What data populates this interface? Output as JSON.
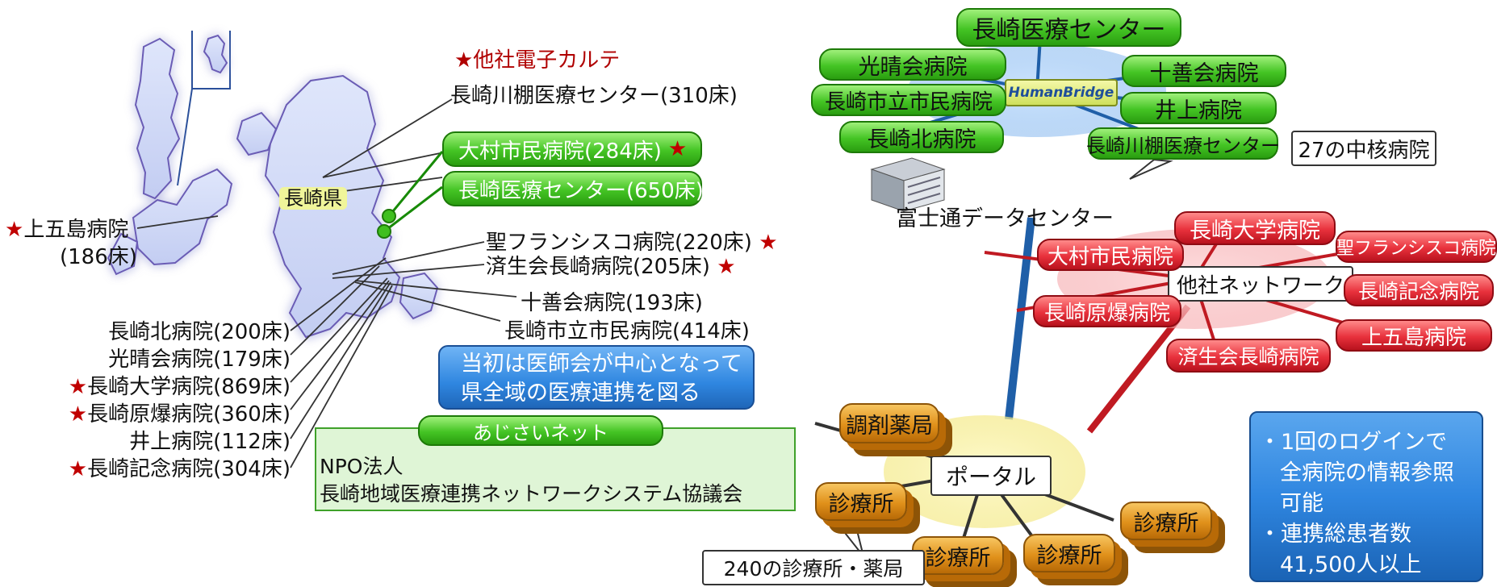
{
  "map": {
    "prefecture_label": "長崎県",
    "legend_other_emr": "★他社電子カルテ",
    "hospitals_right": [
      {
        "name": "長崎川棚医療センター(310床)",
        "star": ""
      },
      {
        "name": "大村市民病院(284床)",
        "star": "★"
      },
      {
        "name": "長崎医療センター(650床)",
        "star": ""
      },
      {
        "name": "聖フランシスコ病院(220床)",
        "star": "★"
      },
      {
        "name": "済生会長崎病院(205床)",
        "star": "★"
      },
      {
        "name": "十善会病院(193床)",
        "star": ""
      },
      {
        "name": "長崎市立市民病院(414床)",
        "star": ""
      }
    ],
    "hospitals_left": [
      {
        "name": "長崎北病院(200床)",
        "star": ""
      },
      {
        "name": "光晴会病院(179床)",
        "star": ""
      },
      {
        "name": "長崎大学病院(869床)",
        "star": "★"
      },
      {
        "name": "長崎原爆病院(360床)",
        "star": "★"
      },
      {
        "name": "井上病院(112床)",
        "star": ""
      },
      {
        "name": "長崎記念病院(304床)",
        "star": "★"
      }
    ],
    "kamigoto": {
      "name": "上五島病院",
      "beds": "(186床)",
      "star": "★"
    }
  },
  "callout_blue": {
    "line1": "当初は医師会が中心となって",
    "line2": "県全域の医療連携を図る"
  },
  "ajisai": {
    "tab": "あじさいネット",
    "line1": "NPO法人",
    "line2": "長崎地域医療連携ネットワークシステム協議会"
  },
  "humanbridge": {
    "logo": "HumanBridge",
    "top": "長崎医療センター",
    "left": [
      "光晴会病院",
      "長崎市立市民病院",
      "長崎北病院"
    ],
    "right": [
      "十善会病院",
      "井上病院",
      "長崎川棚医療センター"
    ],
    "callout": "27の中核病院"
  },
  "datacenter": {
    "label": "富士通データセンター"
  },
  "other_network": {
    "center": "他社ネットワーク",
    "nodes": [
      "長崎大学病院",
      "大村市民病院",
      "聖フランシスコ病院",
      "長崎記念病院",
      "長崎原爆病院",
      "上五島病院",
      "済生会長崎病院"
    ]
  },
  "portal": {
    "label": "ポータル",
    "pharmacy": "調剤薬局",
    "clinics": [
      "診療所",
      "診療所",
      "診療所",
      "診療所"
    ],
    "callout": "240の診療所・薬局"
  },
  "info_box": {
    "bullet1_line1": "・1回のログインで",
    "bullet1_line2": "全病院の情報参照",
    "bullet1_line3": "可能",
    "bullet2_line1": "・連携総患者数",
    "bullet2_line2": "41,500人以上"
  },
  "colors": {
    "green": "#3fbf1f",
    "red": "#e02a35",
    "orange": "#e08f19",
    "blue": "#2f86e0",
    "line_blue": "#1f5fa8",
    "line_red": "#c01a22"
  }
}
